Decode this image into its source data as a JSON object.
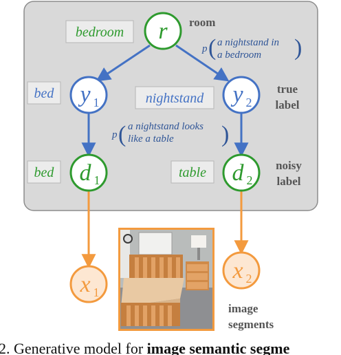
{
  "colors": {
    "blue": "#4472c4",
    "green": "#2e9a2e",
    "orange": "#f39a3e",
    "panel_fill": "#d9d9d9",
    "panel_stroke": "#8c8c8c",
    "prob_text": "#2f5597",
    "side_label": "#555555"
  },
  "nodes": {
    "r": {
      "var": "r",
      "sub": ""
    },
    "y1": {
      "var": "y",
      "sub": "1"
    },
    "y2": {
      "var": "y",
      "sub": "2"
    },
    "d1": {
      "var": "d",
      "sub": "1"
    },
    "d2": {
      "var": "d",
      "sub": "2"
    },
    "x1": {
      "var": "x",
      "sub": "1"
    },
    "x2": {
      "var": "x",
      "sub": "2"
    }
  },
  "tags": {
    "bedroom": "bedroom",
    "bed_true": "bed",
    "nightstand": "nightstand",
    "bed_noisy": "bed",
    "table": "table"
  },
  "side_labels": {
    "room": "room",
    "true_label_line1": "true",
    "true_label_line2": "label",
    "noisy_label_line1": "noisy",
    "noisy_label_line2": "label",
    "image_segments_line1": "image",
    "image_segments_line2": "segments"
  },
  "probabilities": {
    "p_symbol": "p",
    "room_line1": "a nightstand in",
    "room_line2": "a bedroom",
    "noise_line1": "a nightstand looks",
    "noise_line2": "like a table"
  },
  "caption": {
    "prefix": "2. Generative model for ",
    "bold": "image semantic segme"
  },
  "image": {
    "icon": "bedroom-photo-icon"
  }
}
